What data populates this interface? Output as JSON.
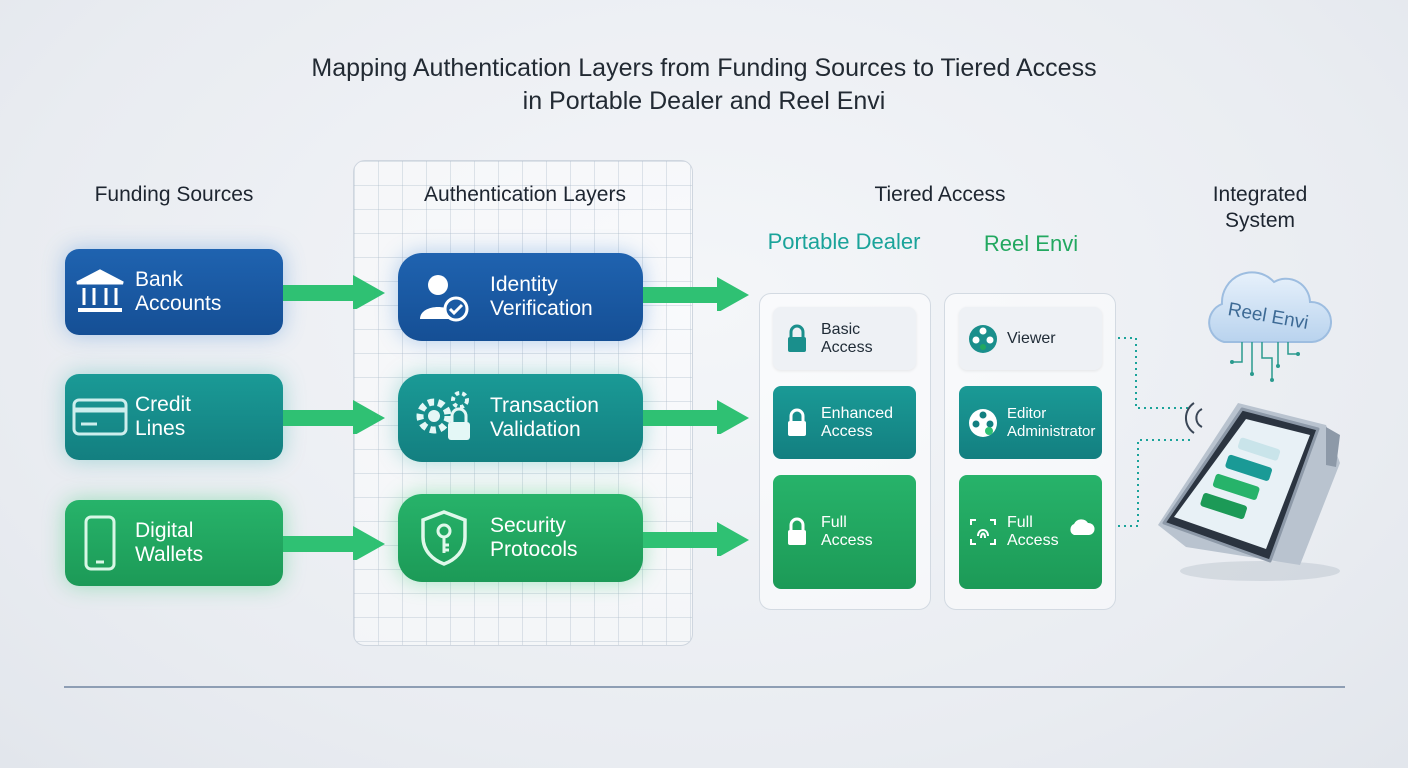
{
  "title": {
    "line1": "Mapping Authentication Layers from Funding Sources to Tiered Access",
    "line2": "in Portable Dealer and Reel Envi"
  },
  "columns": {
    "funding": "Funding Sources",
    "auth": "Authentication Layers",
    "tiered": "Tiered Access",
    "integrated": "Integrated System"
  },
  "funding_sources": [
    {
      "label": "Bank Accounts",
      "icon": "bank-icon",
      "color": "#1a5aa3"
    },
    {
      "label": "Credit Lines",
      "icon": "credit-card-icon",
      "color": "#178c8a"
    },
    {
      "label": "Digital Wallets",
      "icon": "smartphone-icon",
      "color": "#22a860"
    }
  ],
  "auth_layers": [
    {
      "label": "Identity Verification",
      "icon": "user-check-icon"
    },
    {
      "label": "Transaction Validation",
      "icon": "gear-lock-icon"
    },
    {
      "label": "Security Protocols",
      "icon": "shield-key-icon"
    }
  ],
  "portable_dealer": {
    "name": "Portable Dealer",
    "tiers": [
      {
        "line1": "Basic",
        "line2": "Access",
        "icon": "lock-icon"
      },
      {
        "line1": "Enhanced",
        "line2": "Access",
        "icon": "lock-icon"
      },
      {
        "line1": "Full",
        "line2": "Access",
        "icon": "lock-icon"
      }
    ]
  },
  "reel_envi": {
    "name": "Reel Envi",
    "tiers": [
      {
        "line1": "Viewer",
        "line2": "",
        "icon": "film-reel-icon"
      },
      {
        "line1": "Editor",
        "line2": "Administrator",
        "icon": "film-reel-icon"
      },
      {
        "line1": "Full",
        "line2": "Access",
        "icon": "fingerprint-icon"
      }
    ]
  },
  "integrated": {
    "cloud_label": "Reel Envi",
    "device_icon": "pos-terminal-icon"
  },
  "colors": {
    "accent_teal": "#1aa39a",
    "accent_green": "#22a860",
    "blue": "#1a5aa3"
  }
}
